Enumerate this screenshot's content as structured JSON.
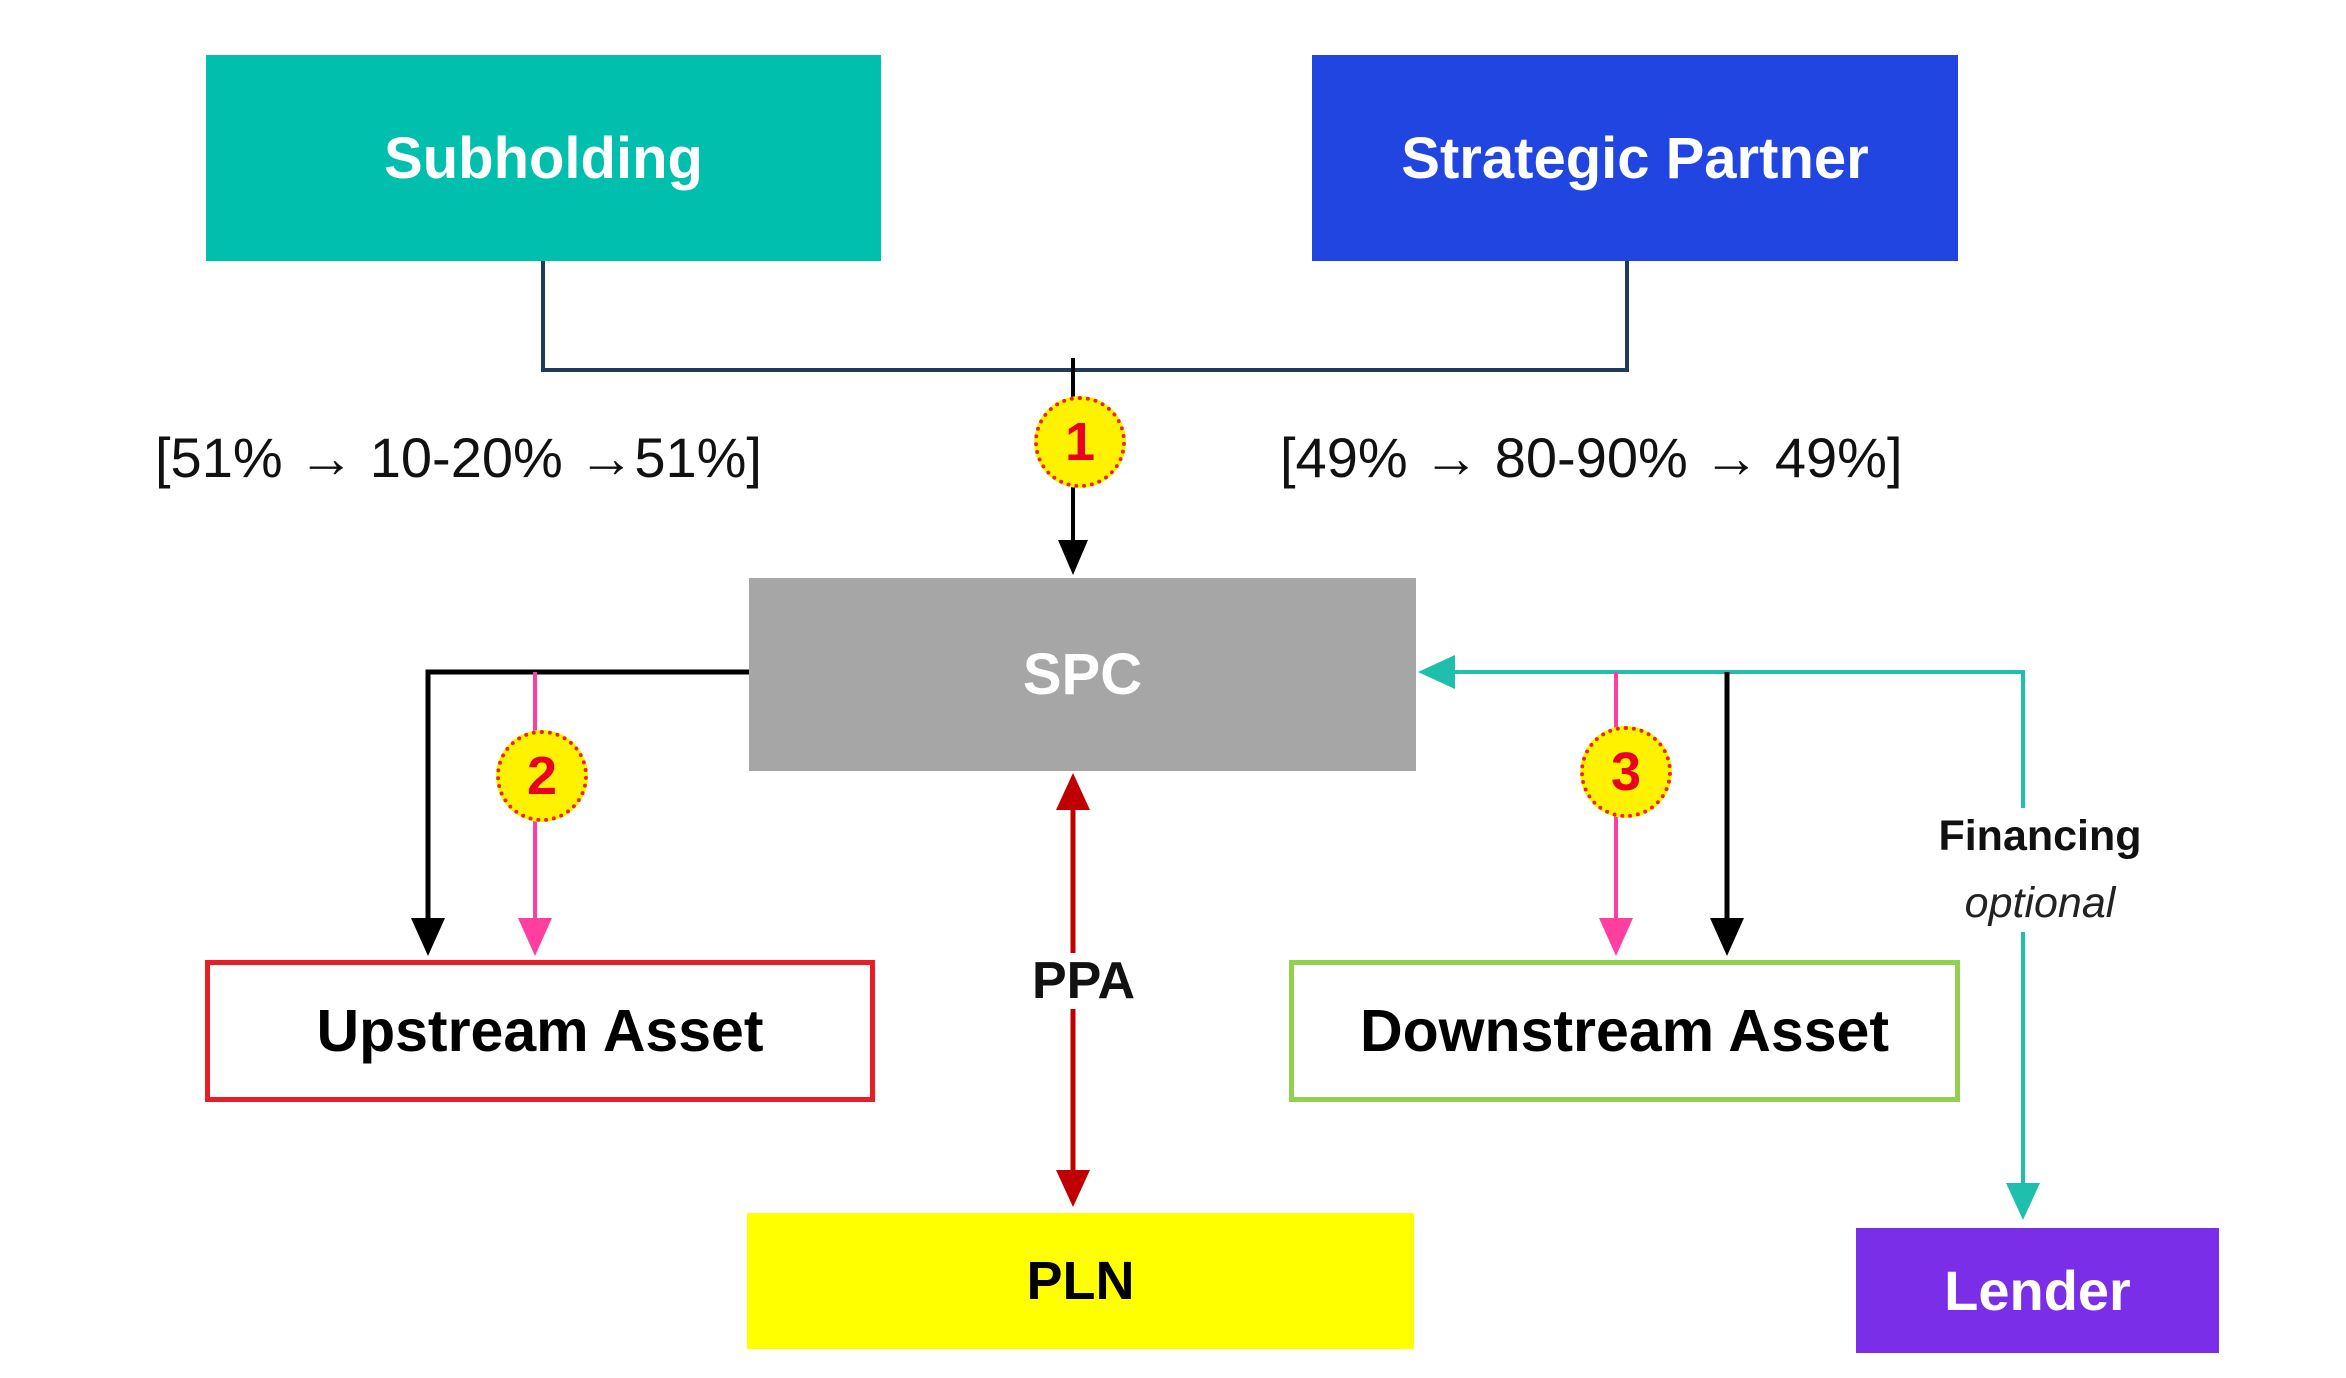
{
  "nodes": {
    "subholding": {
      "label": "Subholding",
      "color": "#00bfad"
    },
    "partner": {
      "label": "Strategic Partner",
      "color": "#2045e0"
    },
    "spc": {
      "label": "SPC",
      "color": "#a6a6a6"
    },
    "upstream": {
      "label": "Upstream Asset",
      "border": "#e81e24"
    },
    "downstream": {
      "label": "Downstream Asset",
      "border": "#92d050"
    },
    "pln": {
      "label": "PLN",
      "color": "#ffff00"
    },
    "lender": {
      "label": "Lender",
      "color": "#7b2ee8"
    }
  },
  "labels": {
    "share_left": "[51% → 10-20% →51%]",
    "share_right": "[49% → 80-90% → 49%]",
    "ppa": "PPA",
    "financing": "Financing",
    "financing_note": "optional"
  },
  "steps": [
    "1",
    "2",
    "3"
  ],
  "line_colors": {
    "ownership": "#000000",
    "step_flow": "#ff3f9f",
    "ppa": "#c00000",
    "financing": "#1fbfae",
    "subholding_connector": "#1f3a5a"
  }
}
